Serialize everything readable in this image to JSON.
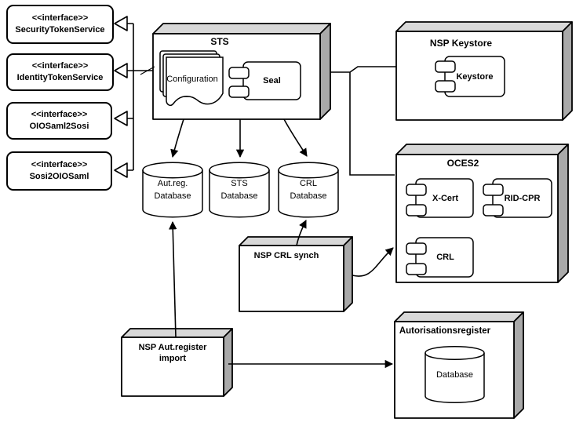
{
  "diagram": {
    "interfaces": [
      {
        "stereotype": "<<interface>>",
        "name": "SecurityTokenService"
      },
      {
        "stereotype": "<<interface>>",
        "name": "IdentityTokenService"
      },
      {
        "stereotype": "<<interface>>",
        "name": "OIOSaml2Sosi"
      },
      {
        "stereotype": "<<interface>>",
        "name": "Sosi2OIOSaml"
      }
    ],
    "nodes": {
      "sts": {
        "title": "STS",
        "artifact_label": "Configuration",
        "component_label": "Seal"
      },
      "nsp_keystore": {
        "title": "NSP Keystore",
        "component_label": "Keystore"
      },
      "oces2": {
        "title": "OCES2",
        "components": [
          "X-Cert",
          "RID-CPR",
          "CRL"
        ]
      },
      "nsp_crl_synch": {
        "title": "NSP CRL synch"
      },
      "nsp_aut_register_import": {
        "title_line1": "NSP Aut.register",
        "title_line2": "import"
      },
      "autorisationsregister": {
        "title": "Autorisationsregister",
        "database_label": "Database"
      }
    },
    "databases": [
      {
        "line1": "Aut.reg.",
        "line2": "Database"
      },
      {
        "line1": "STS",
        "line2": "Database"
      },
      {
        "line1": "CRL",
        "line2": "Database"
      }
    ],
    "colors": {
      "node_top_face": "#d8d8d8",
      "node_side_face": "#a9a9a9",
      "outline": "#000000",
      "background": "#ffffff"
    }
  }
}
